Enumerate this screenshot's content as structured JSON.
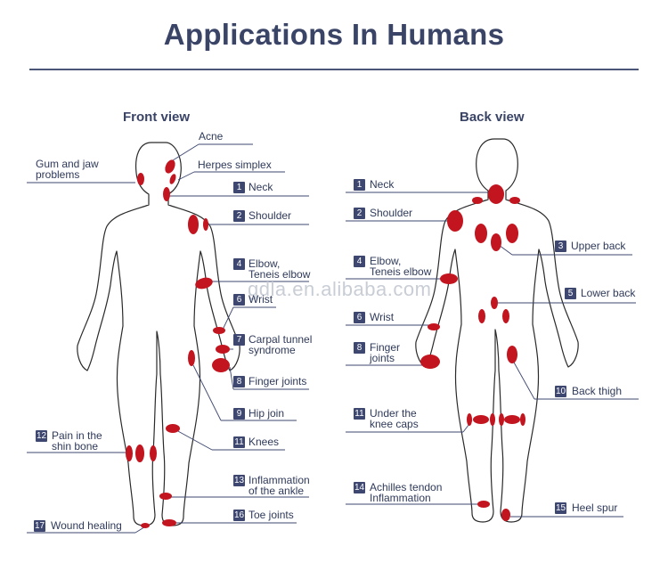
{
  "title": "Applications In Humans",
  "front_title": "Front view",
  "back_title": "Back view",
  "watermark": "gdla.en.alibaba.com",
  "colors": {
    "accent": "#c3151f",
    "text": "#3a4466",
    "badge": "#3d4770"
  },
  "front": {
    "acne": "Acne",
    "herpes": "Herpes simplex",
    "gum": "Gum and jaw\nproblems",
    "neck": {
      "n": "1",
      "t": "Neck"
    },
    "shoulder": {
      "n": "2",
      "t": "Shoulder"
    },
    "elbow": {
      "n": "4",
      "t": "Elbow,\nTeneis elbow"
    },
    "wrist": {
      "n": "6",
      "t": "Wrist"
    },
    "carpal": {
      "n": "7",
      "t": "Carpal tunnel\nsyndrome"
    },
    "finger": {
      "n": "8",
      "t": "Finger joints"
    },
    "hip": {
      "n": "9",
      "t": "Hip join"
    },
    "knees": {
      "n": "11",
      "t": "Knees"
    },
    "shin": {
      "n": "12",
      "t": "Pain in the\nshin bone"
    },
    "ankle": {
      "n": "13",
      "t": "Inflammation\nof the ankle"
    },
    "toe": {
      "n": "16",
      "t": "Toe joints"
    },
    "wound": {
      "n": "17",
      "t": "Wound healing"
    }
  },
  "back": {
    "neck": {
      "n": "1",
      "t": "Neck"
    },
    "shoulder": {
      "n": "2",
      "t": "Shoulder"
    },
    "upper": {
      "n": "3",
      "t": "Upper back"
    },
    "elbow": {
      "n": "4",
      "t": "Elbow,\nTeneis elbow"
    },
    "lower": {
      "n": "5",
      "t": "Lower back"
    },
    "wrist": {
      "n": "6",
      "t": "Wrist"
    },
    "finger": {
      "n": "8",
      "t": "Finger\njoints"
    },
    "thigh": {
      "n": "10",
      "t": "Back thigh"
    },
    "knee": {
      "n": "11",
      "t": "Under the\nknee caps"
    },
    "achilles": {
      "n": "14",
      "t": "Achilles tendon\nInflammation"
    },
    "heel": {
      "n": "15",
      "t": "Heel spur"
    }
  }
}
